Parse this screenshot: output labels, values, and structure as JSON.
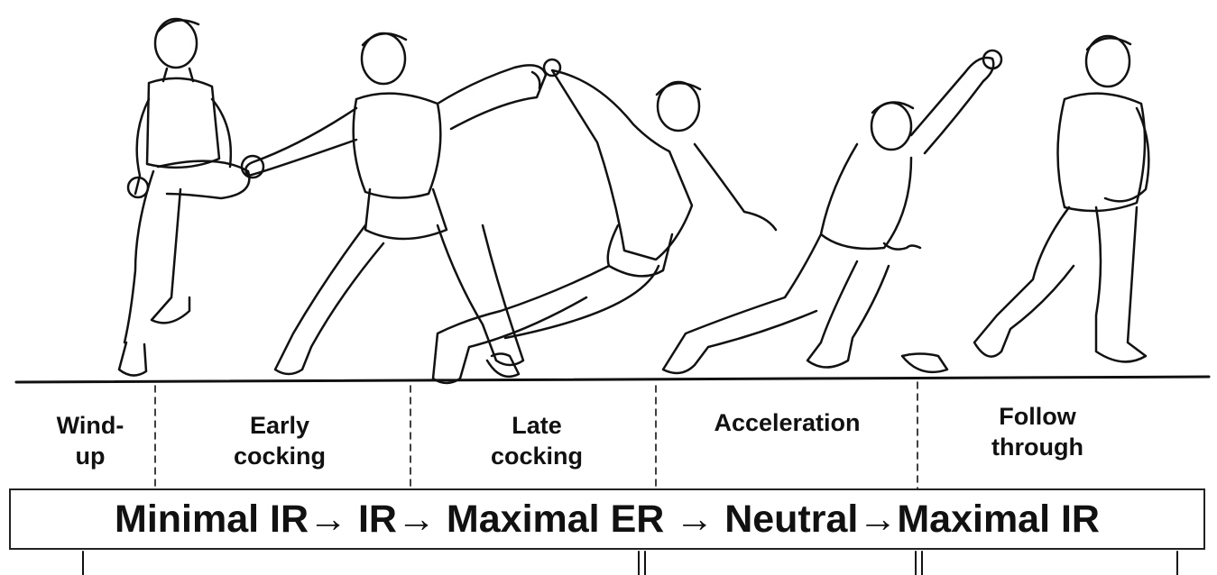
{
  "phases": [
    {
      "line1": "Wind-",
      "line2": "up"
    },
    {
      "line1": "Early",
      "line2": "cocking"
    },
    {
      "line1": "Late",
      "line2": "cocking"
    },
    {
      "line1": "Acceleration",
      "line2": ""
    },
    {
      "line1": "Follow",
      "line2": "through"
    }
  ],
  "rotation_sequence": "Minimal IR→ IR→ Maximal ER → Neutral→Maximal IR",
  "colors": {
    "ink": "#111111",
    "background": "#ffffff"
  },
  "figures": [
    "pitcher-windup-figure",
    "pitcher-early-cocking-figure",
    "pitcher-late-cocking-figure",
    "pitcher-acceleration-figure",
    "pitcher-follow-through-figure"
  ]
}
